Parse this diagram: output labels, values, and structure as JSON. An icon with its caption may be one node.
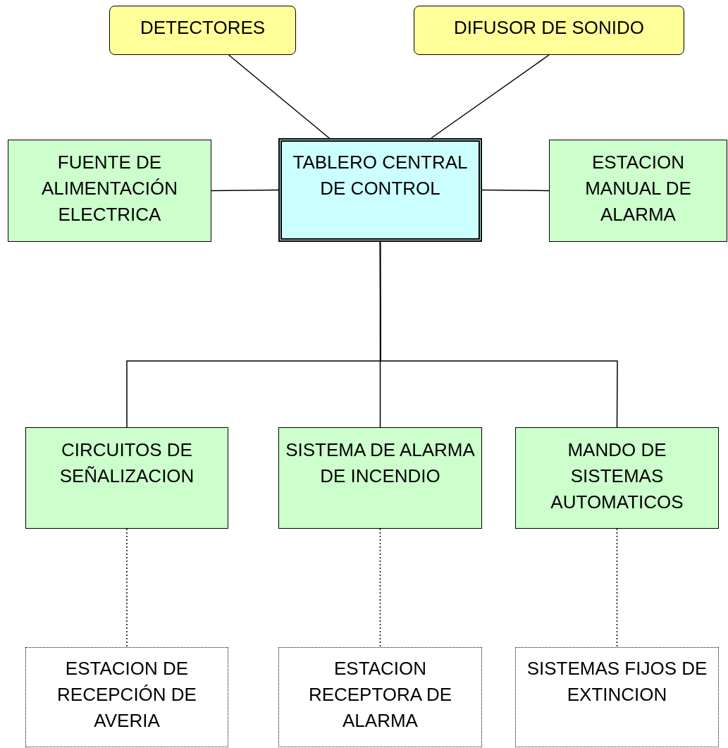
{
  "diagram": {
    "nodes": [
      {
        "text": [
          "DETECTORES"
        ]
      },
      {
        "text": [
          "DIFUSOR DE SONIDO"
        ]
      },
      {
        "text": [
          "FUENTE DE ALIMENTACIÓN ELECTRICA"
        ]
      },
      {
        "text": [
          "TABLERO CENTRAL DE CONTROL"
        ]
      },
      {
        "text": [
          "ESTACION MANUAL DE ALARMA"
        ]
      },
      {
        "text": [
          "CIRCUITOS DE SEÑALIZACION"
        ]
      },
      {
        "text": [
          "SISTEMA DE ALARMA DE INCENDIO"
        ]
      },
      {
        "text": [
          "MANDO DE SISTEMAS AUTOMATICOS"
        ]
      },
      {
        "text": [
          "ESTACION DE RECEPCIÓN DE AVERIA"
        ]
      },
      {
        "text": [
          "ESTACION RECEPTORA DE ALARMA"
        ]
      },
      {
        "text": [
          "SISTEMAS FIJOS DE EXTINCION"
        ]
      }
    ],
    "edges": [
      {
        "from": 0,
        "to": 3,
        "arrow": "none"
      },
      {
        "from": 1,
        "to": 3,
        "arrow": "none"
      },
      {
        "from": 2,
        "to": 3,
        "arrow": "none"
      },
      {
        "from": 3,
        "to": 4,
        "arrow": "none"
      },
      {
        "from": 3,
        "to": 5,
        "arrow": "none"
      },
      {
        "from": 3,
        "to": 6,
        "arrow": "none"
      },
      {
        "from": 3,
        "to": 7,
        "arrow": "none"
      },
      {
        "from": 5,
        "to": 8,
        "arrow": "none",
        "style": "dashed"
      },
      {
        "from": 6,
        "to": 9,
        "arrow": "none",
        "style": "dashed"
      },
      {
        "from": 7,
        "to": 10,
        "arrow": "none",
        "style": "dashed"
      }
    ]
  }
}
